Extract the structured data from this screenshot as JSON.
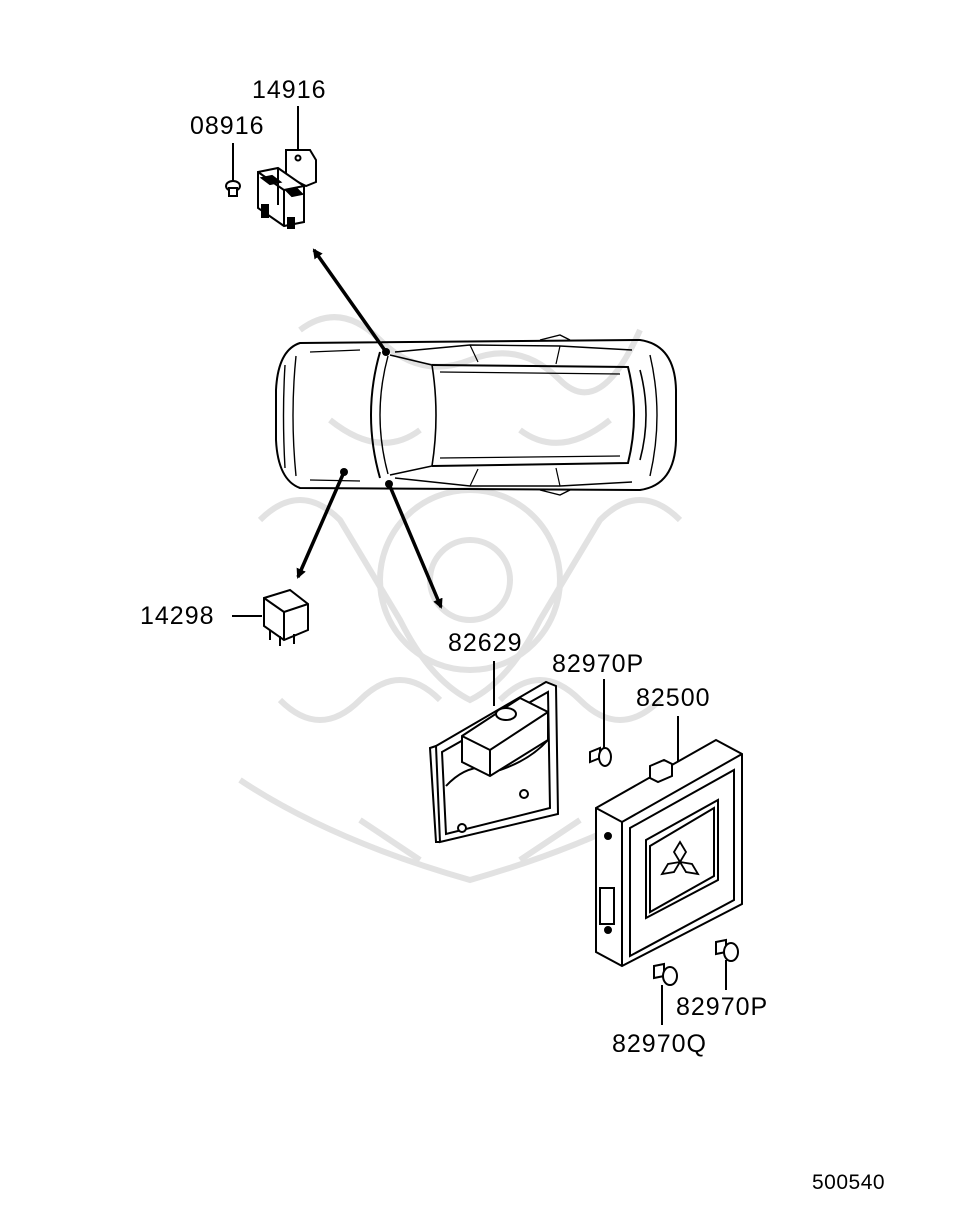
{
  "diagram_code": "500540",
  "parts": [
    {
      "id": "p14916",
      "number": "14916"
    },
    {
      "id": "p08916",
      "number": "08916"
    },
    {
      "id": "p14298",
      "number": "14298"
    },
    {
      "id": "p82629",
      "number": "82629"
    },
    {
      "id": "p82970p_top",
      "number": "82970P"
    },
    {
      "id": "p82500",
      "number": "82500"
    },
    {
      "id": "p82970p_bottom",
      "number": "82970P"
    },
    {
      "id": "p82970q",
      "number": "82970Q"
    }
  ],
  "colors": {
    "line": "#000000",
    "watermark": "#e4e4e4",
    "background": "#ffffff"
  },
  "icons": {
    "ecu_logo": "three-diamond-logo"
  }
}
